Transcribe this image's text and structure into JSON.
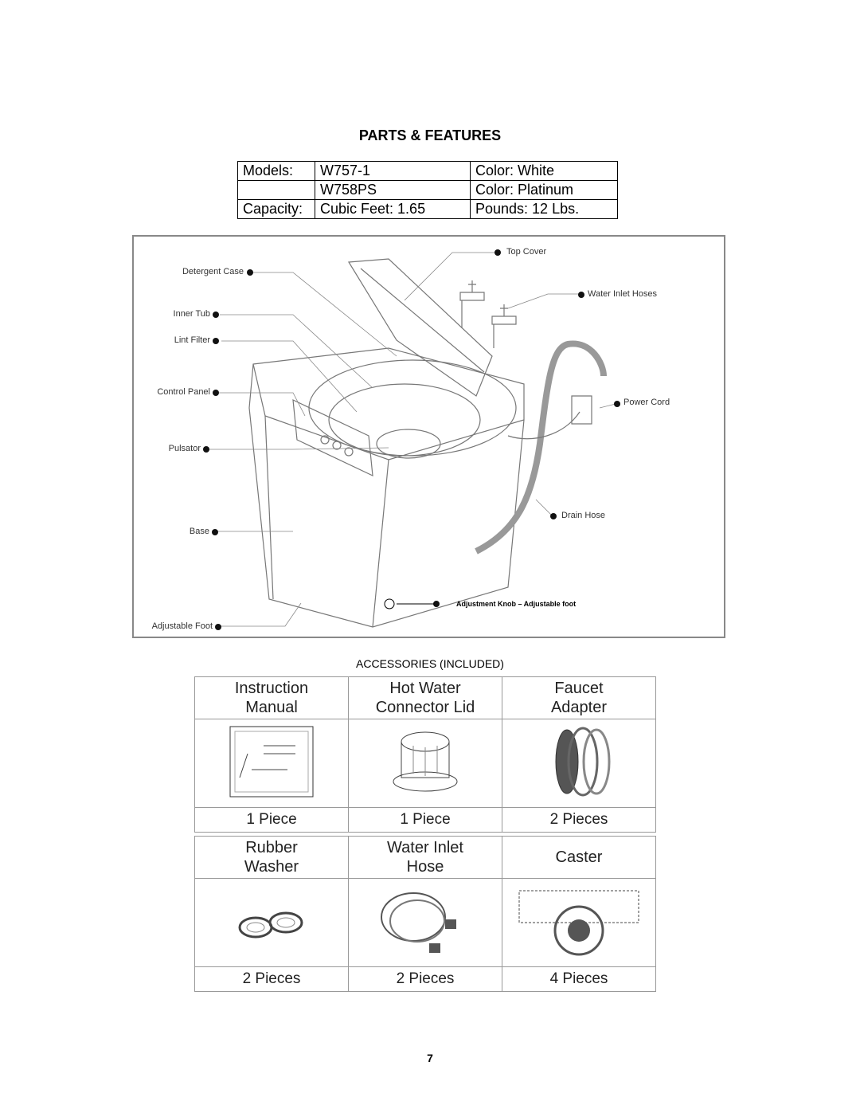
{
  "title": "PARTS & FEATURES",
  "specs": {
    "row1": [
      "Models:",
      "W757-1",
      "Color:  White"
    ],
    "row2": [
      "",
      "W758PS",
      "Color:  Platinum"
    ],
    "row3": [
      "Capacity:",
      "Cubic Feet:  1.65",
      "Pounds:  12 Lbs."
    ]
  },
  "diagram": {
    "left_labels": {
      "detergent_case": "Detergent Case",
      "inner_tub": "Inner Tub",
      "lint_filter": "Lint Filter",
      "control_panel": "Control Panel",
      "pulsator": "Pulsator",
      "base": "Base",
      "adjustable_foot": "Adjustable Foot"
    },
    "right_labels": {
      "top_cover": "Top Cover",
      "water_inlet_hoses": "Water Inlet Hoses",
      "power_cord": "Power Cord",
      "drain_hose": "Drain Hose"
    },
    "adjustment_note": "Adjustment Knob – Adjustable foot"
  },
  "accessories": {
    "title": "ACCESSORIES (INCLUDED)",
    "row1": [
      {
        "name_line1": "Instruction",
        "name_line2": "Manual",
        "count": "1 Piece"
      },
      {
        "name_line1": "Hot Water",
        "name_line2": "Connector Lid",
        "count": "1 Piece"
      },
      {
        "name_line1": "Faucet",
        "name_line2": "Adapter",
        "count": "2 Pieces"
      }
    ],
    "row2": [
      {
        "name_line1": "Rubber",
        "name_line2": "Washer",
        "count": "2 Pieces"
      },
      {
        "name_line1": "Water Inlet",
        "name_line2": "Hose",
        "count": "2 Pieces"
      },
      {
        "name_line1": "Caster",
        "name_line2": "",
        "count": "4 Pieces"
      }
    ]
  },
  "page_number": "7"
}
